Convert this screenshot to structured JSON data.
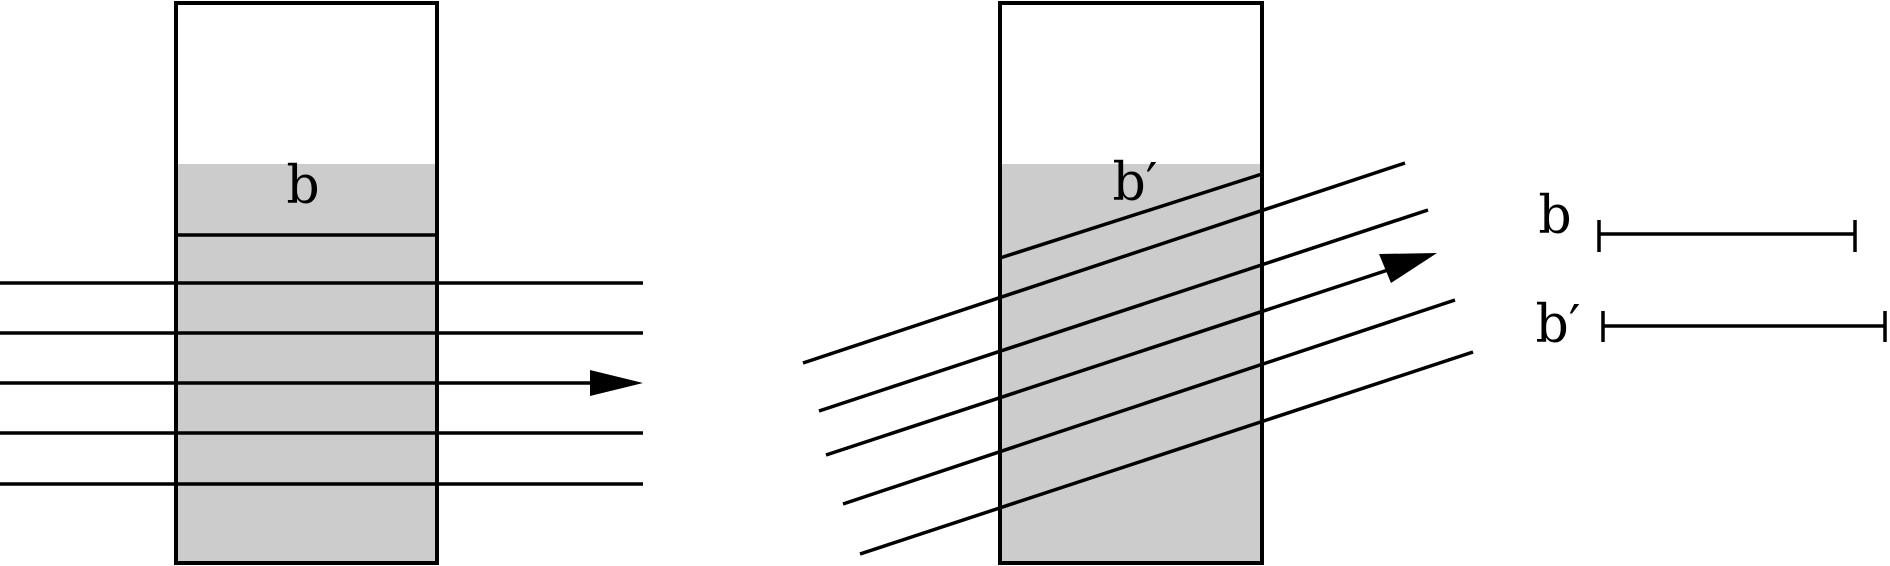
{
  "diagram": {
    "left_panel": {
      "label": "b"
    },
    "right_panel": {
      "label": "b′"
    },
    "legend": {
      "items": [
        {
          "label": "b"
        },
        {
          "label": "b′"
        }
      ]
    },
    "colors": {
      "fill": "#cccccc",
      "line": "#000000",
      "background": "#ffffff"
    }
  }
}
